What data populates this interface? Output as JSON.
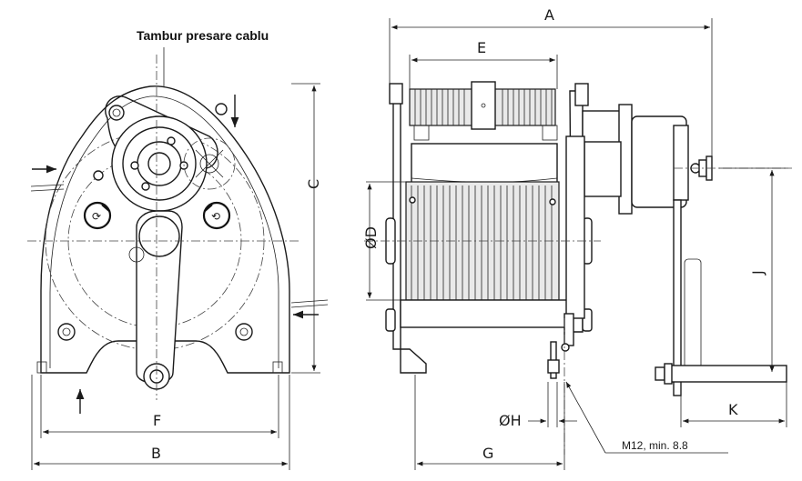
{
  "callout": {
    "cable_press_drum": "Tambur presare cablu"
  },
  "dimensions": {
    "A": "A",
    "B": "B",
    "C": "C",
    "E": "E",
    "F": "F",
    "G": "G",
    "J": "J",
    "K": "K",
    "D": "ØD",
    "H": "ØH"
  },
  "notes": {
    "bolt": "M12, min. 8.8"
  }
}
